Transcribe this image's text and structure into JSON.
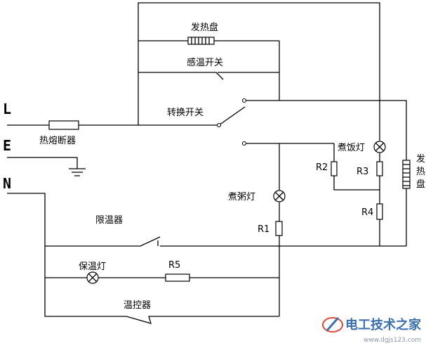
{
  "terminals": {
    "L": "L",
    "E": "E",
    "N": "N"
  },
  "labels": {
    "heating_plate_top": "发热盘",
    "thermal_switch": "感温开关",
    "changeover_switch": "转换开关",
    "thermal_fuse": "热熔断器",
    "cook_rice_lamp": "煮饭灯",
    "cook_porridge_lamp": "煮粥灯",
    "temp_limiter": "限温器",
    "keep_warm_lamp": "保温灯",
    "thermostat": "温控器",
    "heating_plate_right": "发热盘"
  },
  "resistors": {
    "r1": "R1",
    "r2": "R2",
    "r3": "R3",
    "r4": "R4",
    "r5": "R5"
  },
  "watermark": {
    "text": "电工技术之家",
    "url": "www.dgjs123.com"
  },
  "colors": {
    "line": "#000000",
    "watermark": "#3a6fb0",
    "logo_red": "#e04a3a"
  }
}
